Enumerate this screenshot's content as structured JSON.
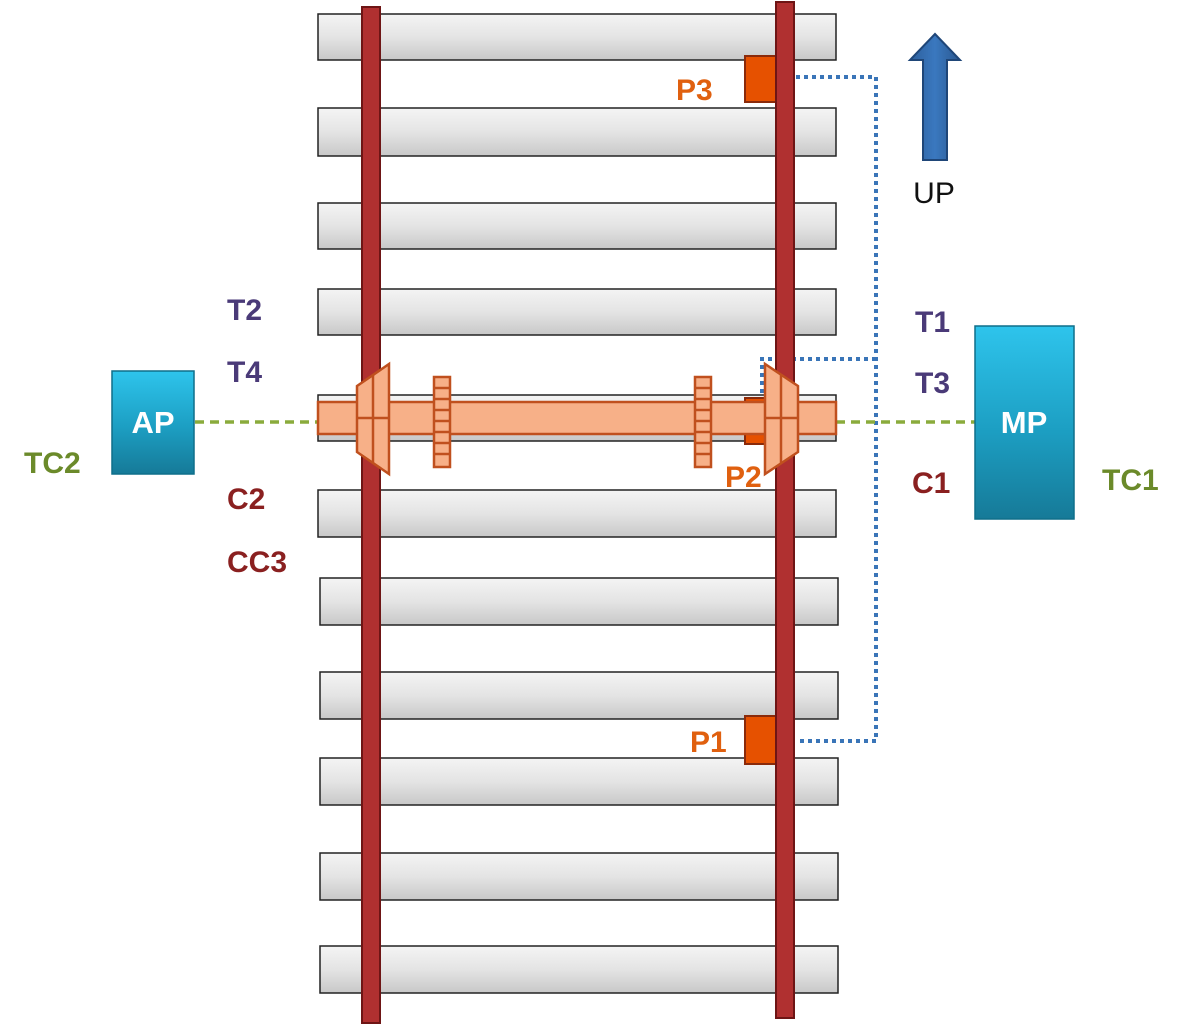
{
  "labels": {
    "ap": "AP",
    "mp": "MP",
    "up": "UP",
    "p1": "P1",
    "p2": "P2",
    "p3": "P3",
    "t1": "T1",
    "t2": "T2",
    "t3": "T3",
    "t4": "T4",
    "c1": "C1",
    "c2": "C2",
    "cc3": "CC3",
    "tc1": "TC1",
    "tc2": "TC2"
  },
  "colors": {
    "rail": "#b03030",
    "sleeper": "#e6e6e6",
    "axle": "#f7b088",
    "axle_stroke": "#c0501e",
    "sensor": "#e65100",
    "box": "#1ea6c8",
    "arrow": "#2e66a8",
    "dotted_link": "#3a75b8",
    "dashed_link": "#8aab3c",
    "label_orange": "#e0600f",
    "label_purple": "#4a3a78",
    "label_red": "#8a2020",
    "label_green": "#6b8a2a",
    "label_black": "#111111"
  }
}
